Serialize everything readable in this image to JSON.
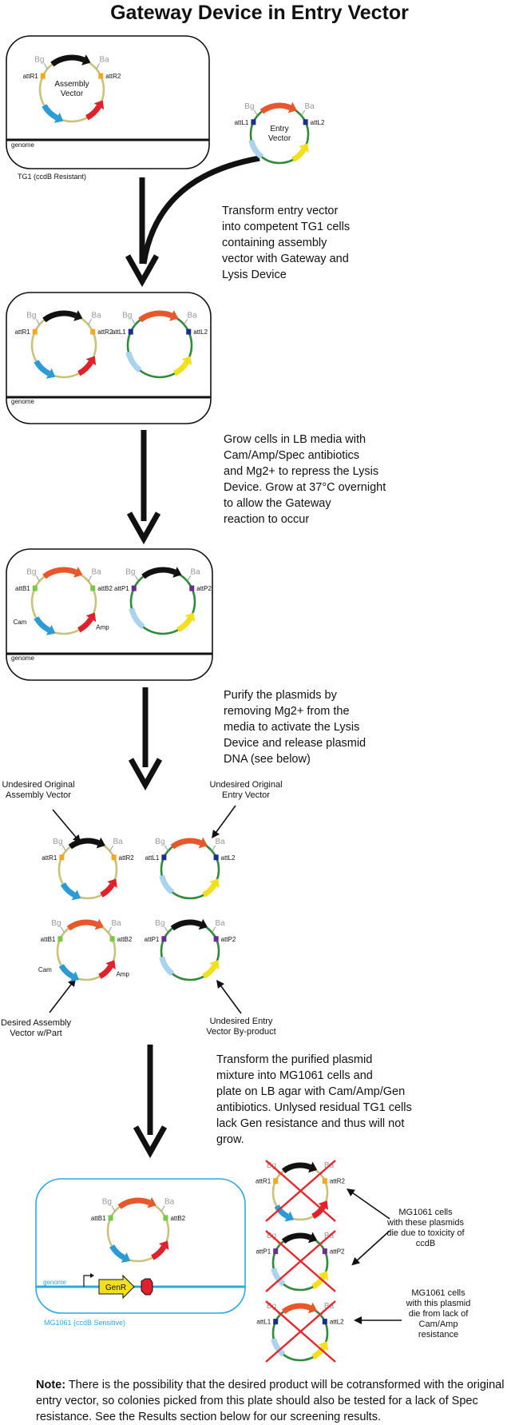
{
  "title": "Gateway Device in Entry Vector",
  "labels": {
    "bg": "Bg",
    "ba": "Ba",
    "attR1": "attR1",
    "attR2": "attR2",
    "attL1": "attL1",
    "attL2": "attL2",
    "attB1": "attB1",
    "attB2": "attB2",
    "attP1": "attP1",
    "attP2": "attP2",
    "cam": "Cam",
    "amp": "Amp",
    "assembly_vector": "Assembly\nVector",
    "entry_vector": "Entry\nVector",
    "genome": "genome",
    "tg1_caption": "TG1 (ccdB Resistant)",
    "mg_caption": "MG1061 (ccdB Sensitive)",
    "genr": "GenR"
  },
  "steps": [
    "Transform entry vector\ninto competent TG1 cells\ncontaining assembly\nvector with Gateway and\nLysis Device",
    "Grow cells in LB media with\nCam/Amp/Spec antibiotics\nand Mg2+ to repress the Lysis\nDevice.  Grow at 37°C overnight\nto allow the Gateway\nreaction to occur",
    "Purify the plasmids by\nremoving Mg2+ from the\nmedia to activate the Lysis\nDevice and release plasmid\nDNA (see below)",
    "Transform the purified plasmid\nmixture into MG1061 cells and\nplate on LB agar with Cam/Amp/Gen\nantibiotics. Unlysed residual TG1 cells\nlack Gen resistance and thus will not\ngrow."
  ],
  "annotations": {
    "undesired_assembly": "Undesired Original\nAssembly Vector",
    "undesired_entry": "Undesired Original\nEntry Vector",
    "desired_assembly": "Desired Assembly\nVector w/Part",
    "undesired_byproduct": "Undesired Entry\nVector By-product",
    "toxicity": "MG1061 cells\nwith these plasmids\ndie due to toxicity of\nccdB",
    "camamp": "MG1061 cells\nwith this plasmid\ndie from lack of\nCam/Amp\nresistance"
  },
  "note": {
    "bold": "Note:",
    "text": " There is the possibility that the desired product will be cotransformed with the original entry vector, so colonies picked from this plate should also be tested for a lack of Spec resistance.  See the Results section below for our screening results."
  },
  "colors": {
    "assembly_backbone": "#c9c27a",
    "entry_backbone": "#2e8b3a",
    "ccdb": "#111111",
    "part": "#e8572a",
    "red_marker": "#e0202a",
    "blue_marker": "#2b9bd6",
    "light_blue_marker": "#a9d3ee",
    "yellow_marker": "#f2e01e",
    "attR_site": "#f5a623",
    "attL_site": "#1c2e8c",
    "attB_site": "#7ac943",
    "attP_site": "#6a2c91",
    "mg_cell": "#29abe2",
    "cross": "#e8252a"
  }
}
